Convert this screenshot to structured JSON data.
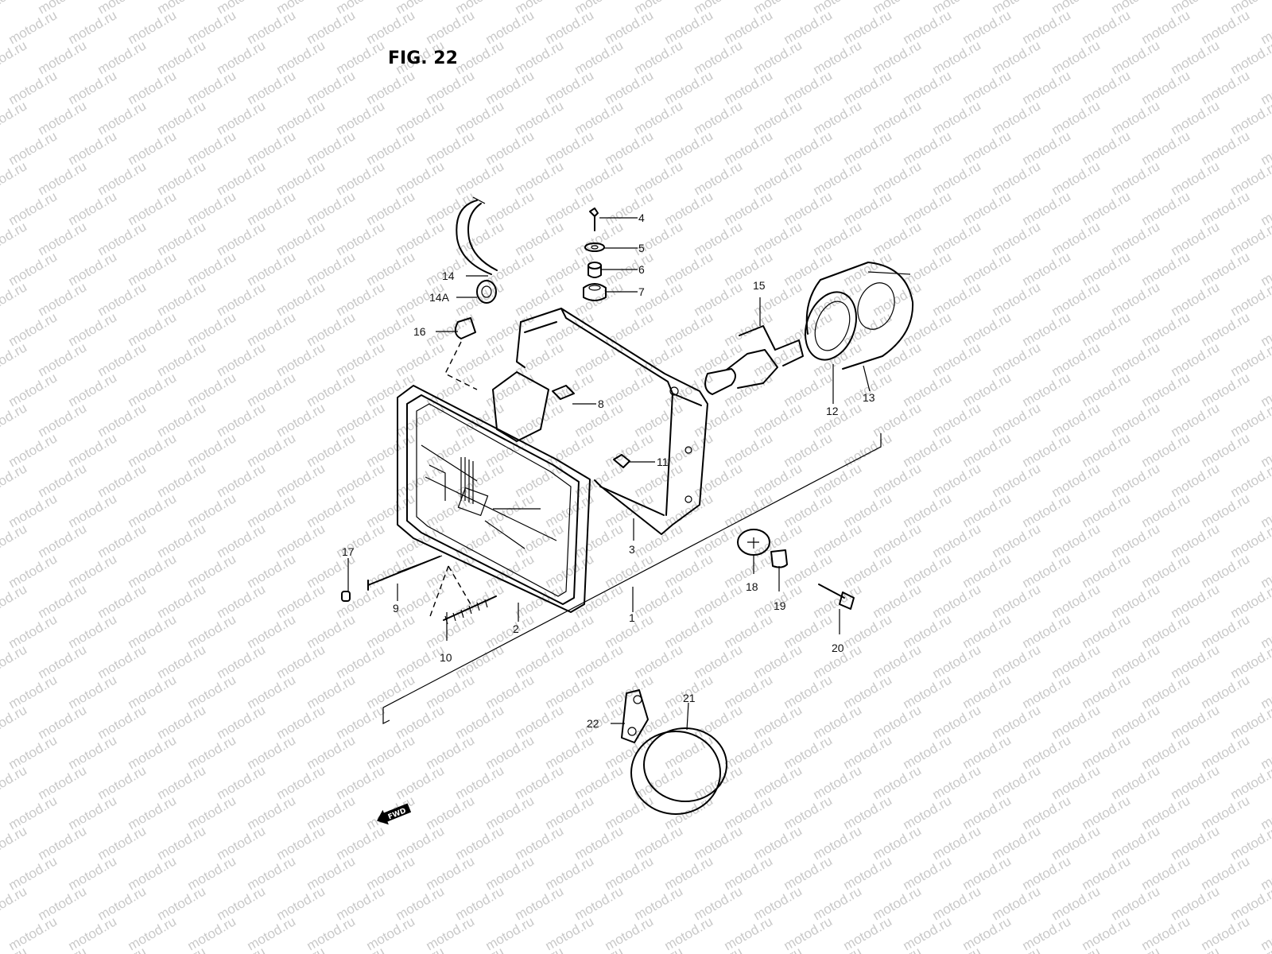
{
  "figure_title": "FIG. 22",
  "watermark": "motod.ru",
  "direction_badge": "FWD",
  "labels": {
    "p1": "1",
    "p2": "2",
    "p3": "3",
    "p4": "4",
    "p5": "5",
    "p6": "6",
    "p7": "7",
    "p8": "8",
    "p9": "9",
    "p10": "10",
    "p11": "11",
    "p12": "12",
    "p13": "13",
    "p14": "14",
    "p14a": "14A",
    "p15": "15",
    "p16": "16",
    "p17": "17",
    "p18": "18",
    "p19": "19",
    "p20": "20",
    "p21": "21",
    "p22": "22"
  }
}
